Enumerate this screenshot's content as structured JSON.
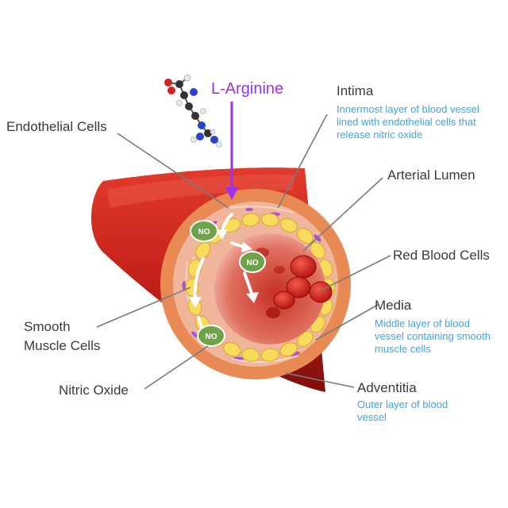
{
  "molecule": {
    "name": "L-Arginine",
    "color": "#9b30f0",
    "icon": "molecule-ball-stick-icon"
  },
  "labels": {
    "endothelial": "Endothelial Cells",
    "smooth_line1": "Smooth",
    "smooth_line2": "Muscle Cells",
    "nitric": "Nitric Oxide",
    "intima_title": "Intima",
    "intima_desc": "Innermost  layer of blood vessel lined with endothelial cells that release nitric oxide",
    "lumen": "Arterial Lumen",
    "rbc": "Red Blood Cells",
    "media_title": "Media",
    "media_desc": "Middle layer of blood vessel containing smooth muscle cells",
    "adventitia_title": "Adventitia",
    "adventitia_desc": "Outer layer of blood vessel"
  },
  "no_bubbles": [
    "NO",
    "NO",
    "NO"
  ],
  "colors": {
    "vessel": "#c0201a",
    "adventitia": "#e98a55",
    "endothelium": "#f6dc5a",
    "no_bubble": "#6fa34a",
    "label_text": "#3a3a3a",
    "desc_text": "#3aa6e6",
    "leader": "#7a7a7a"
  }
}
